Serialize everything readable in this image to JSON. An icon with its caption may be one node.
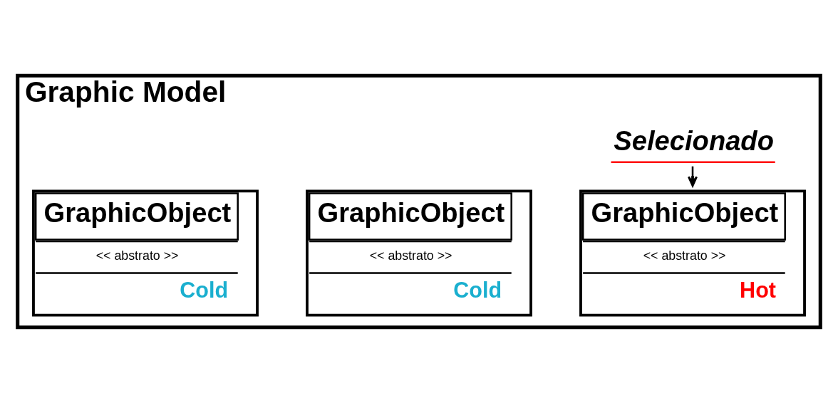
{
  "diagram": {
    "nodes": [
      {
        "text": [
          "Graphic Model"
        ]
      },
      {
        "text": [
          "Selecionado"
        ],
        "in": 0
      },
      {
        "text": [
          "GraphicObject",
          "<< abstrato >>",
          "Cold"
        ],
        "in": 0
      },
      {
        "text": [
          "GraphicObject",
          "<< abstrato >>",
          "Hot"
        ],
        "in": 0
      },
      {
        "text": [
          "GraphicObject",
          "<< abstrato >>",
          "Cold"
        ],
        "in": 0
      }
    ],
    "edges": [
      {
        "from": 1,
        "to": 3,
        "arrow": "to"
      }
    ]
  }
}
